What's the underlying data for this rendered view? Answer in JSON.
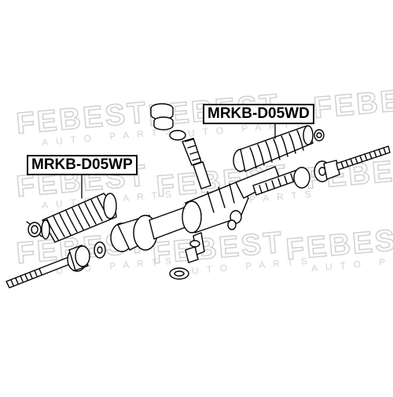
{
  "watermark": {
    "brand": "FEBEST",
    "subtitle": "AUTO PARTS",
    "color": "#cfcfcf"
  },
  "labels": {
    "part_wd": "MRKB-D05WD",
    "part_wp": "MRKB-D05WP"
  },
  "colors": {
    "line": "#000000",
    "background": "#ffffff"
  }
}
